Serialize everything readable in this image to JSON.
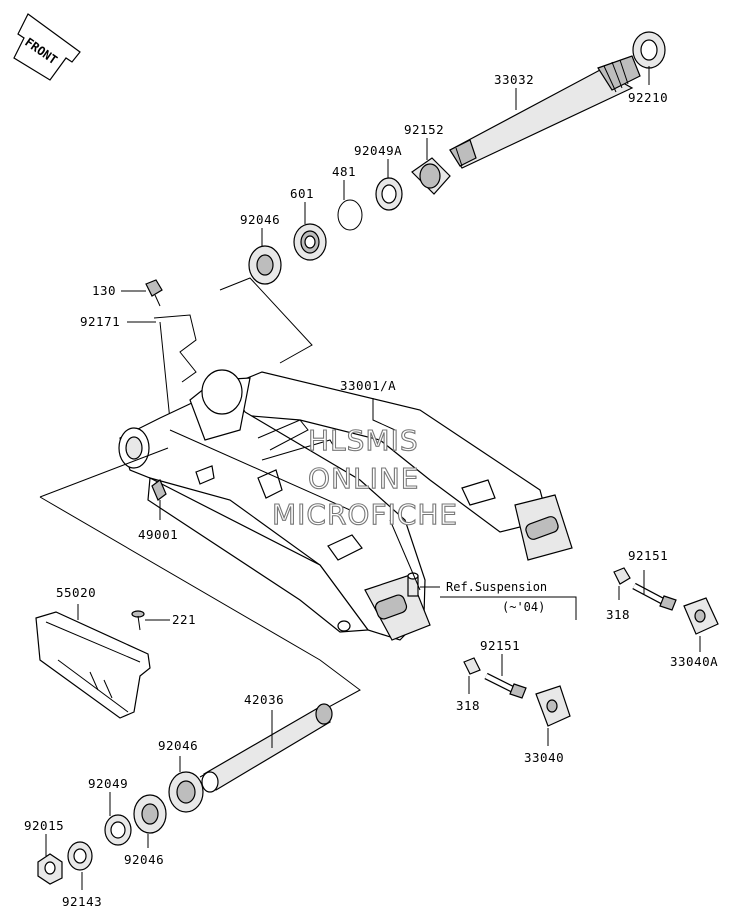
{
  "front_badge": "FRONT",
  "part_labels": {
    "p33032": "33032",
    "p92210": "92210",
    "p92152": "92152",
    "p92049A": "92049A",
    "p481": "481",
    "p601": "601",
    "p92046_top": "92046",
    "p130": "130",
    "p92171": "92171",
    "p33001A": "33001/A",
    "p49001": "49001",
    "p55020": "55020",
    "p221": "221",
    "p92151_right": "92151",
    "p318_right": "318",
    "p33040A": "33040A",
    "p92151_mid": "92151",
    "p318_mid": "318",
    "p33040": "33040",
    "p42036": "42036",
    "p92046_mid": "92046",
    "p92049": "92049",
    "p92015": "92015",
    "p92046_low": "92046",
    "p92143": "92143"
  },
  "reference_note": {
    "line1": "Ref.Suspension",
    "line2": "(~'04)"
  },
  "watermark": {
    "line1": "HLSMIS",
    "line2": "ONLINE",
    "line3": "MICROFICHE"
  }
}
